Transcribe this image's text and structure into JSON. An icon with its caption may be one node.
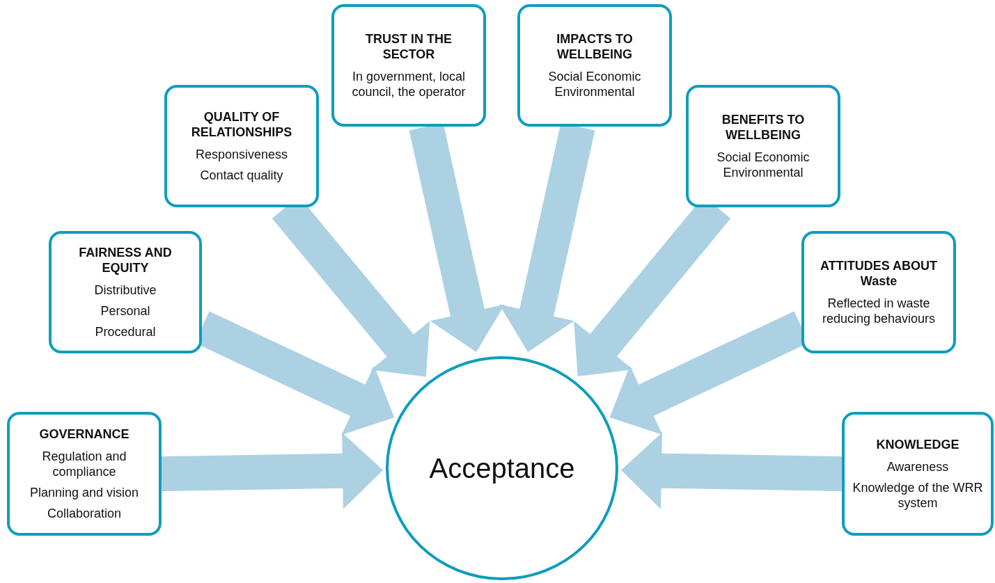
{
  "diagram": {
    "nodes": [
      {
        "text": [
          "GOVERNANCE",
          "Regulation and compliance",
          "Planning and vision",
          "Collaboration"
        ]
      },
      {
        "text": [
          "FAIRNESS AND EQUITY",
          "Distributive",
          "Personal",
          "Procedural"
        ]
      },
      {
        "text": [
          "QUALITY OF RELATIONSHIPS",
          "Responsiveness",
          "Contact quality"
        ]
      },
      {
        "text": [
          "TRUST IN THE SECTOR",
          "In government, local council, the operator"
        ]
      },
      {
        "text": [
          "IMPACTS  TO WELLBEING",
          "Social Economic Environmental"
        ]
      },
      {
        "text": [
          "BENEFITS  TO WELLBEING",
          "Social Economic Environmental"
        ]
      },
      {
        "text": [
          "ATTITUDES ABOUT Waste",
          "Reflected in waste reducing behaviours"
        ]
      },
      {
        "text": [
          "KNOWLEDGE",
          "Awareness",
          "Knowledge of the WRR system"
        ]
      },
      {
        "text": [
          "Acceptance"
        ]
      }
    ],
    "edges": [
      {
        "from": 0,
        "to": 8,
        "arrow": "to"
      },
      {
        "from": 1,
        "to": 8,
        "arrow": "to"
      },
      {
        "from": 2,
        "to": 8,
        "arrow": "to"
      },
      {
        "from": 3,
        "to": 8,
        "arrow": "to"
      },
      {
        "from": 4,
        "to": 8,
        "arrow": "to"
      },
      {
        "from": 5,
        "to": 8,
        "arrow": "to"
      },
      {
        "from": 6,
        "to": 8,
        "arrow": "to"
      },
      {
        "from": 7,
        "to": 8,
        "arrow": "to"
      }
    ]
  }
}
